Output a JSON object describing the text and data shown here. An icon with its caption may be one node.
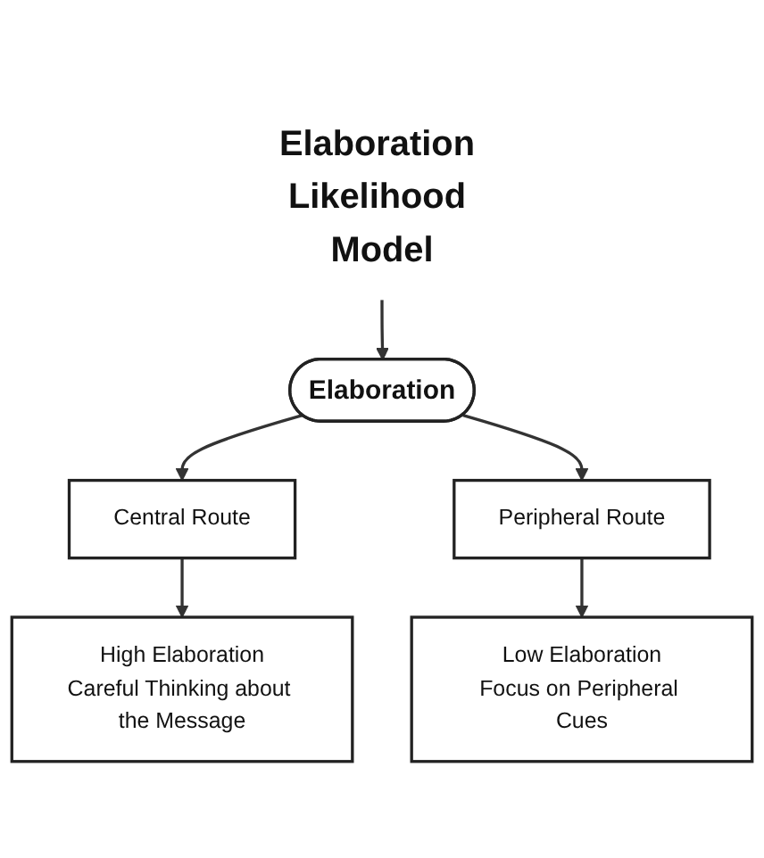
{
  "diagram": {
    "nodes": [
      {
        "text": [
          "Elaboration Likelihood Model"
        ]
      },
      {
        "text": [
          "Elaboration"
        ]
      },
      {
        "text": [
          "Central Route"
        ]
      },
      {
        "text": [
          "Peripheral Route"
        ]
      },
      {
        "text": [
          "High Elaboration",
          "Careful Thinking about the Message"
        ]
      },
      {
        "text": [
          "Low Elaboration",
          "Focus on Peripheral Cues"
        ]
      }
    ],
    "edges": [
      {
        "from": 0,
        "to": 1,
        "arrow": "to"
      },
      {
        "from": 1,
        "to": 2,
        "arrow": "to"
      },
      {
        "from": 1,
        "to": 3,
        "arrow": "to"
      },
      {
        "from": 2,
        "to": 4,
        "arrow": "to"
      },
      {
        "from": 3,
        "to": 5,
        "arrow": "to"
      }
    ]
  }
}
